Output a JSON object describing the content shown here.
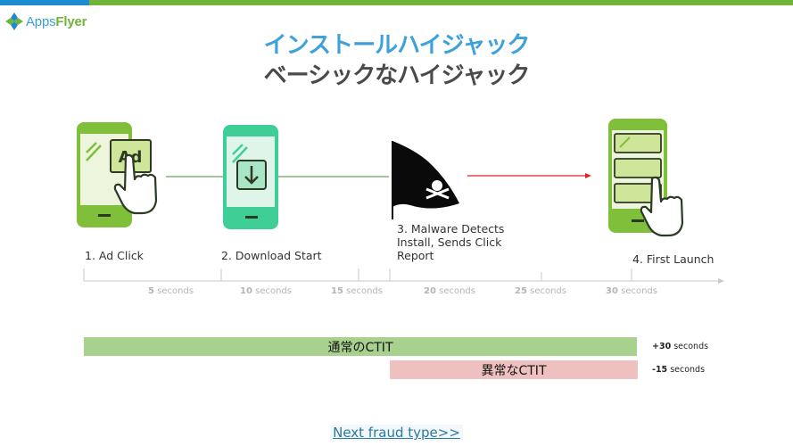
{
  "brand": {
    "name_prefix": "Apps",
    "name_suffix": "Flyer"
  },
  "title": {
    "line1": "インストールハイジャック",
    "line2": "ベーシックなハイジャック"
  },
  "steps": [
    {
      "label": "1. Ad Click"
    },
    {
      "label": "2. Download Start"
    },
    {
      "label": "3. Malware Detects Install, Sends Click Report",
      "lines": [
        "3. Malware Detects",
        "Install, Sends Click",
        "Report"
      ]
    },
    {
      "label": "4. First Launch"
    }
  ],
  "phone_icon_text": "Ad",
  "timeline": {
    "ticks": [
      {
        "value": "5",
        "unit": "seconds"
      },
      {
        "value": "10",
        "unit": "seconds"
      },
      {
        "value": "15",
        "unit": "seconds"
      },
      {
        "value": "20",
        "unit": "seconds"
      },
      {
        "value": "25",
        "unit": "seconds"
      },
      {
        "value": "30",
        "unit": "seconds"
      }
    ]
  },
  "ctit": {
    "normal": {
      "label": "通常のCTIT",
      "duration_value": "+30",
      "duration_unit": "seconds",
      "color": "#a9d18e"
    },
    "abnormal": {
      "label": "異常なCTIT",
      "duration_value": "-15",
      "duration_unit": "seconds",
      "color": "#efc0c0"
    }
  },
  "next_link": "Next fraud type>>",
  "colors": {
    "brand_blue": "#1a8ccf",
    "brand_green": "#72b33a",
    "title_blue": "#3ea1dc",
    "title_gray": "#4a4a4a",
    "flow_green": "#4e8a3a",
    "flow_red": "#e0232a"
  },
  "icons": [
    "appsflyer-logo-icon",
    "ad-phone-icon",
    "download-phone-icon",
    "pirate-flag-icon",
    "app-launch-phone-icon",
    "hand-pointer-icon"
  ]
}
